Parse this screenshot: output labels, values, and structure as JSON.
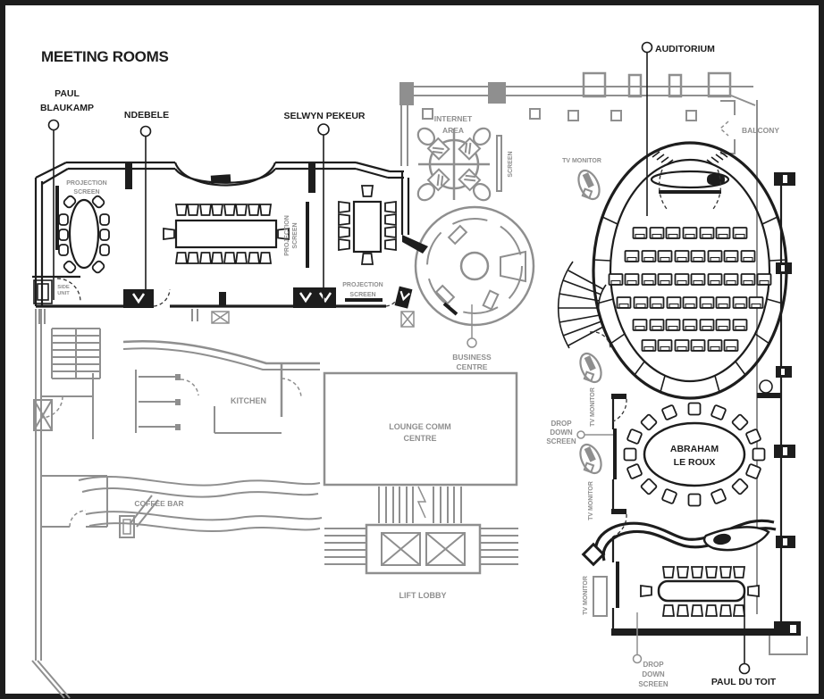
{
  "title": "MEETING ROOMS",
  "colors": {
    "ink": "#1d1d1d",
    "muted": "#8f8f8f",
    "background": "#ffffff"
  },
  "rooms": {
    "paul_blaukamp": {
      "line1": "PAUL",
      "line2": "BLAUKAMP"
    },
    "ndebele": {
      "label": "NDEBELE"
    },
    "selwyn_pekeur": {
      "label": "SELWYN PEKEUR"
    },
    "auditorium": {
      "label": "AUDITORIUM"
    },
    "balcony": {
      "label": "BALCONY"
    },
    "internet_area": {
      "line1": "INTERNET",
      "line2": "AREA"
    },
    "business_centre": {
      "line1": "BUSINESS",
      "line2": "CENTRE"
    },
    "kitchen": {
      "label": "KITCHEN"
    },
    "coffee_bar": {
      "label": "COFFEE BAR"
    },
    "lounge_comm_centre": {
      "line1": "LOUNGE COMM",
      "line2": "CENTRE"
    },
    "lift_lobby": {
      "label": "LIFT LOBBY"
    },
    "abraham_le_roux": {
      "line1": "ABRAHAM",
      "line2": "LE ROUX"
    },
    "paul_du_toit": {
      "label": "PAUL DU TOIT"
    }
  },
  "equipment": {
    "projection_screen": {
      "line1": "PROJECTION",
      "line2": "SCREEN"
    },
    "side_unit": {
      "line1": "SIDE",
      "line2": "UNIT"
    },
    "tv_monitor": "TV MONITOR",
    "screen": "SCREEN",
    "drop_down_screen": {
      "line1": "DROP",
      "line2": "DOWN",
      "line3": "SCREEN"
    }
  }
}
